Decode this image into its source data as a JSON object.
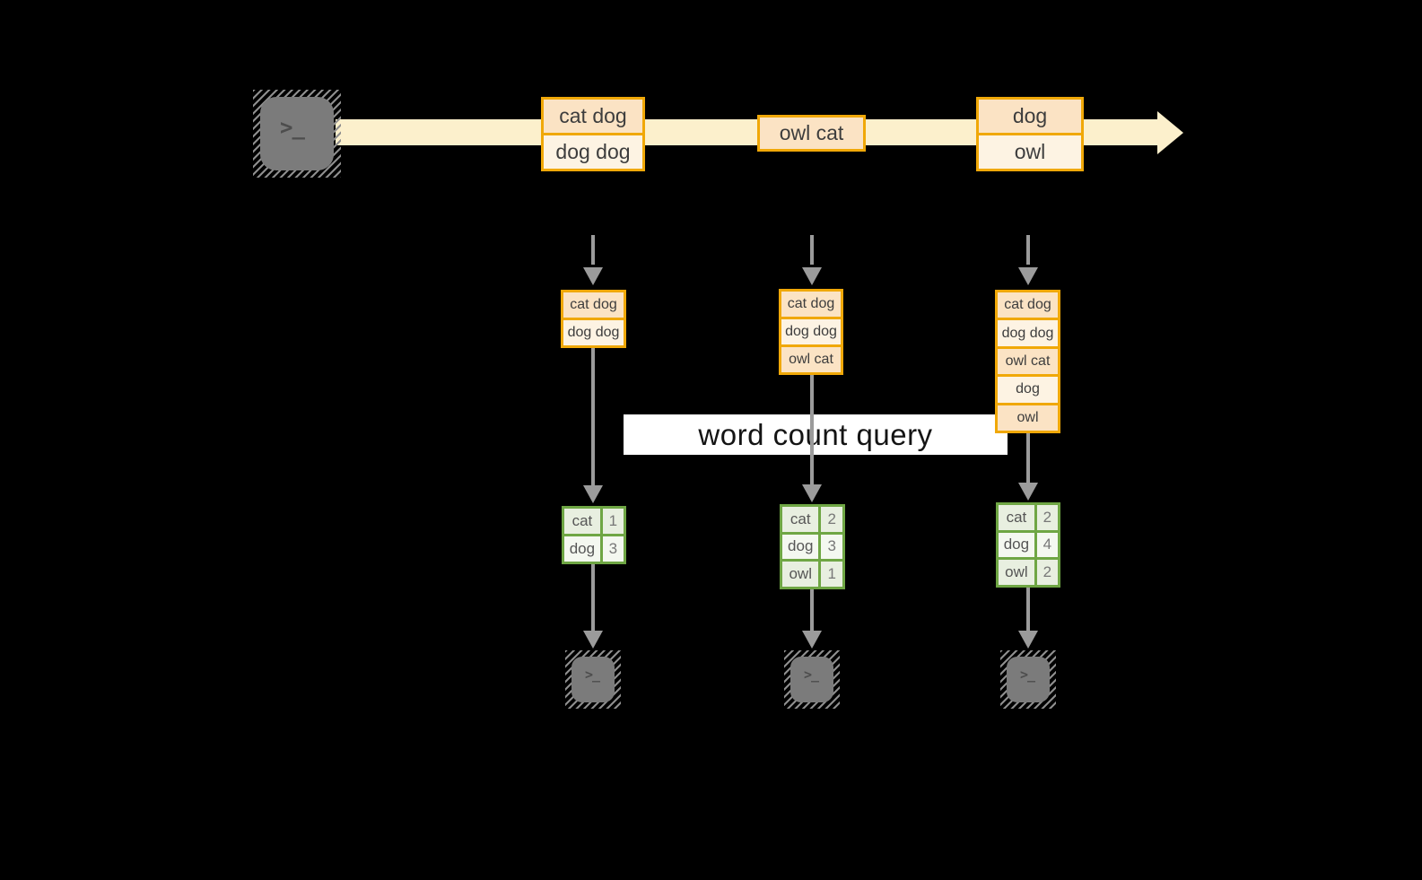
{
  "query_label": "word count query",
  "icons": {
    "terminal": "terminal-icon",
    "prompt_glyph": ">_"
  },
  "colors": {
    "background": "#000000",
    "stream_band": "#fcf0cc",
    "gold_border": "#f0a808",
    "peach_dark": "#fbe3c4",
    "peach_light": "#fdf3e3",
    "green_border": "#6fa644",
    "green_cell_dark": "#e8efe0",
    "green_cell_light": "#f4f8f0",
    "arrow_gray": "#9b9b9b",
    "terminal_gray": "#7b7b7b",
    "query_box_bg": "#ffffff"
  },
  "timeline": {
    "batches": [
      {
        "cells": [
          "cat dog",
          "dog dog"
        ]
      },
      {
        "cells": [
          "owl cat"
        ]
      },
      {
        "cells": [
          "dog",
          "owl"
        ]
      }
    ]
  },
  "columns": [
    {
      "buffer": [
        "cat dog",
        "dog dog"
      ],
      "result": [
        [
          "cat",
          "1"
        ],
        [
          "dog",
          "3"
        ]
      ]
    },
    {
      "buffer": [
        "cat dog",
        "dog dog",
        "owl cat"
      ],
      "result": [
        [
          "cat",
          "2"
        ],
        [
          "dog",
          "3"
        ],
        [
          "owl",
          "1"
        ]
      ]
    },
    {
      "buffer": [
        "cat dog",
        "dog dog",
        "owl cat",
        "dog",
        "owl"
      ],
      "result": [
        [
          "cat",
          "2"
        ],
        [
          "dog",
          "4"
        ],
        [
          "owl",
          "2"
        ]
      ]
    }
  ]
}
